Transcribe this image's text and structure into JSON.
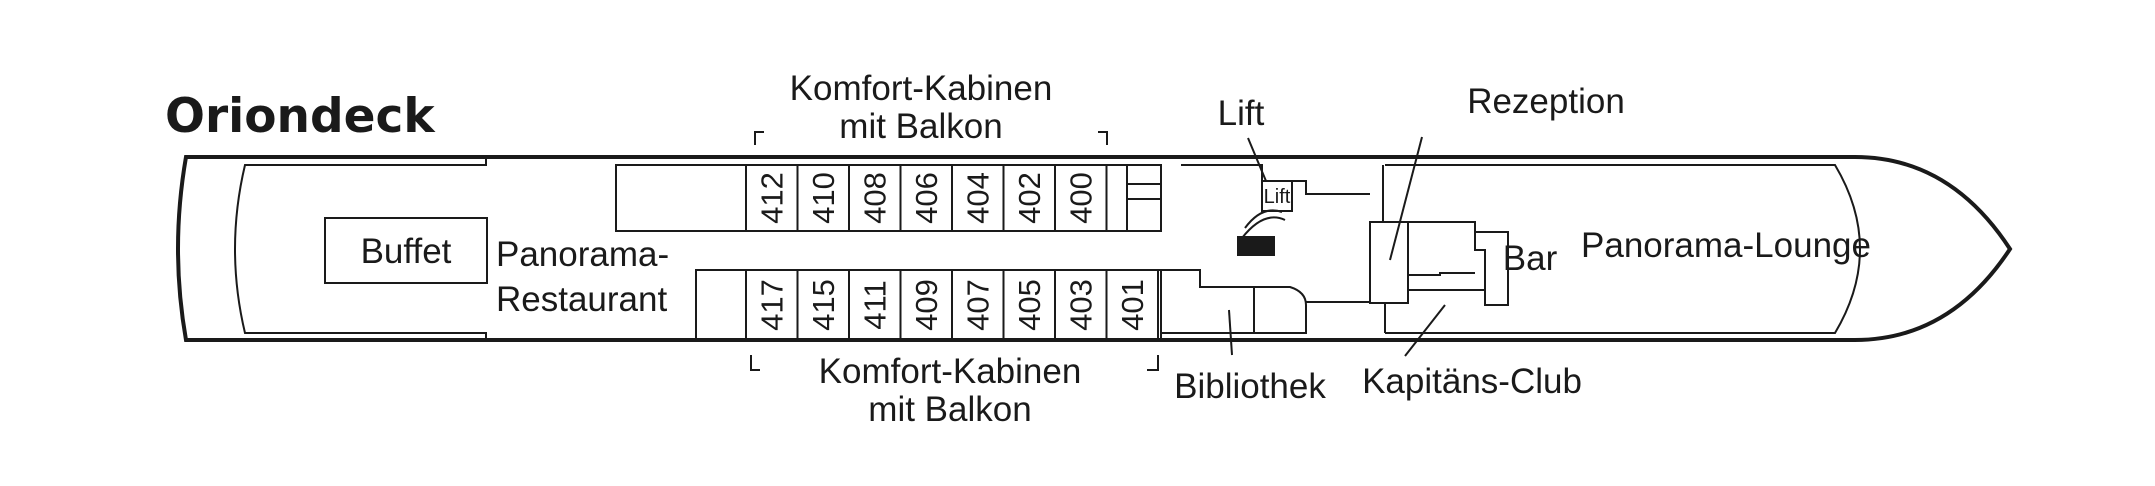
{
  "deck_title": "Oriondeck",
  "labels": {
    "komfort_top_line1": "Komfort-Kabinen",
    "komfort_top_line2": "mit Balkon",
    "komfort_bottom_line1": "Komfort-Kabinen",
    "komfort_bottom_line2": "mit Balkon",
    "lift": "Lift",
    "lift_box": "Lift",
    "rezeption": "Rezeption",
    "buffet": "Buffet",
    "panorama_restaurant_line1": "Panorama-",
    "panorama_restaurant_line2": "Restaurant",
    "bar": "Bar",
    "panorama_lounge": "Panorama-Lounge",
    "bibliothek": "Bibliothek",
    "kapitaens_club": "Kapitäns-Club"
  },
  "cabins_top": [
    "412",
    "410",
    "408",
    "406",
    "404",
    "402",
    "400"
  ],
  "cabins_bottom": [
    "417",
    "415",
    "411",
    "409",
    "407",
    "405",
    "403",
    "401"
  ]
}
